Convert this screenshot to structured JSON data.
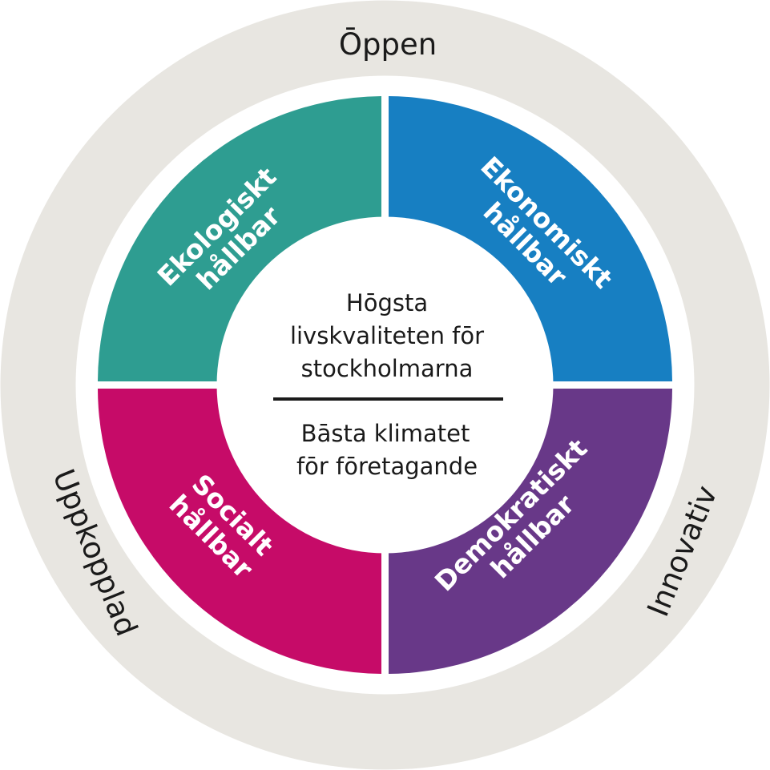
{
  "outer_ring": {
    "color": "#e8e6e1",
    "labels": {
      "top": "Ōppen",
      "left": "Uppkopplad",
      "right": "Innovativ"
    }
  },
  "quadrants": {
    "top_left": {
      "lines": [
        "Ekologiskt",
        "hållbar"
      ],
      "color": "#2e9d91"
    },
    "top_right": {
      "lines": [
        "Ekonomiskt",
        "hållbar"
      ],
      "color": "#177fc2"
    },
    "bottom_left": {
      "lines": [
        "Socialt",
        "hållbar"
      ],
      "color": "#c60b68"
    },
    "bottom_right": {
      "lines": [
        "Demokratiskt",
        "hållbar"
      ],
      "color": "#683888"
    }
  },
  "center": {
    "goal_1": [
      "Hōgsta",
      "livskvaliteten fōr",
      "stockholmarna"
    ],
    "goal_2": [
      "Bāsta klimatet",
      "fōr fōretagande"
    ],
    "divider_color": "#1a1a1a"
  }
}
